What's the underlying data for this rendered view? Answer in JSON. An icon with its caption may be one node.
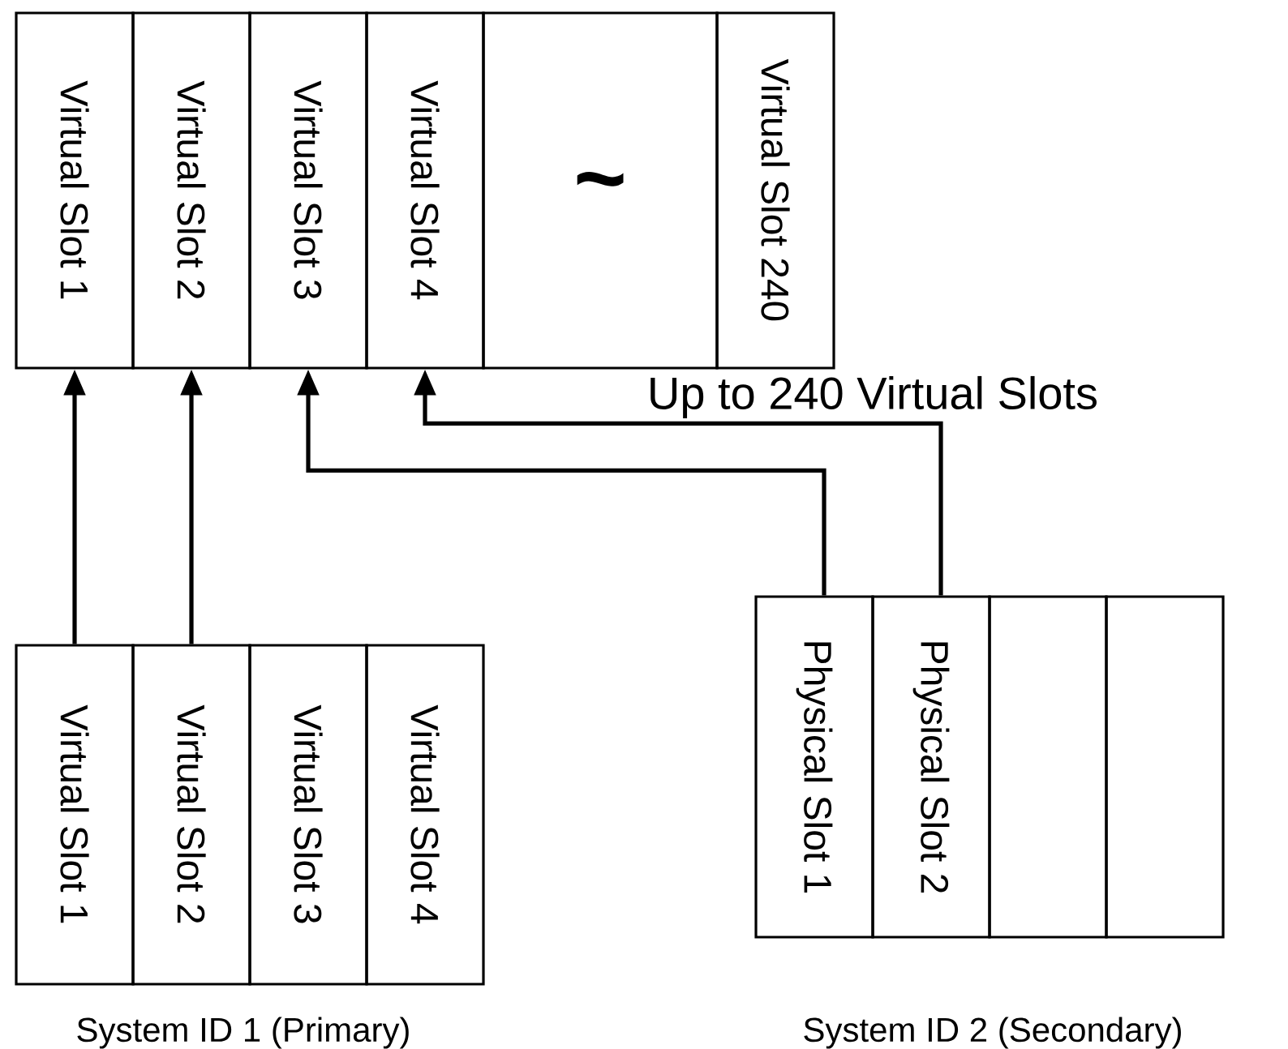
{
  "diagram": {
    "nodes": [
      {
        "text": [
          "Virtual Slot 1"
        ]
      },
      {
        "text": [
          "Virtual Slot 2"
        ]
      },
      {
        "text": [
          "Virtual Slot 3"
        ]
      },
      {
        "text": [
          "Virtual Slot 4"
        ]
      },
      {
        "text": [
          "~"
        ]
      },
      {
        "text": [
          "Virtual Slot 240"
        ]
      },
      {
        "text": [
          "Virtual Slot 1"
        ]
      },
      {
        "text": [
          "Virtual Slot 2"
        ]
      },
      {
        "text": [
          "Virtual Slot 3"
        ]
      },
      {
        "text": [
          "Virtual Slot 4"
        ]
      },
      {
        "text": [
          "Physical Slot 1"
        ]
      },
      {
        "text": [
          "Physical Slot 2"
        ]
      },
      {
        "text": [],
        "shape": "box"
      },
      {
        "text": [],
        "shape": "box"
      }
    ],
    "edges": [
      {
        "from": 6,
        "to": 0,
        "arrow": "to"
      },
      {
        "from": 7,
        "to": 1,
        "arrow": "to"
      },
      {
        "from": 10,
        "to": 2,
        "arrow": "to"
      },
      {
        "from": 11,
        "to": 3,
        "arrow": "to"
      }
    ],
    "labels": [
      "Up to 240 Virtual Slots",
      "System ID 1 (Primary)",
      "System ID 2 (Secondary)"
    ]
  }
}
